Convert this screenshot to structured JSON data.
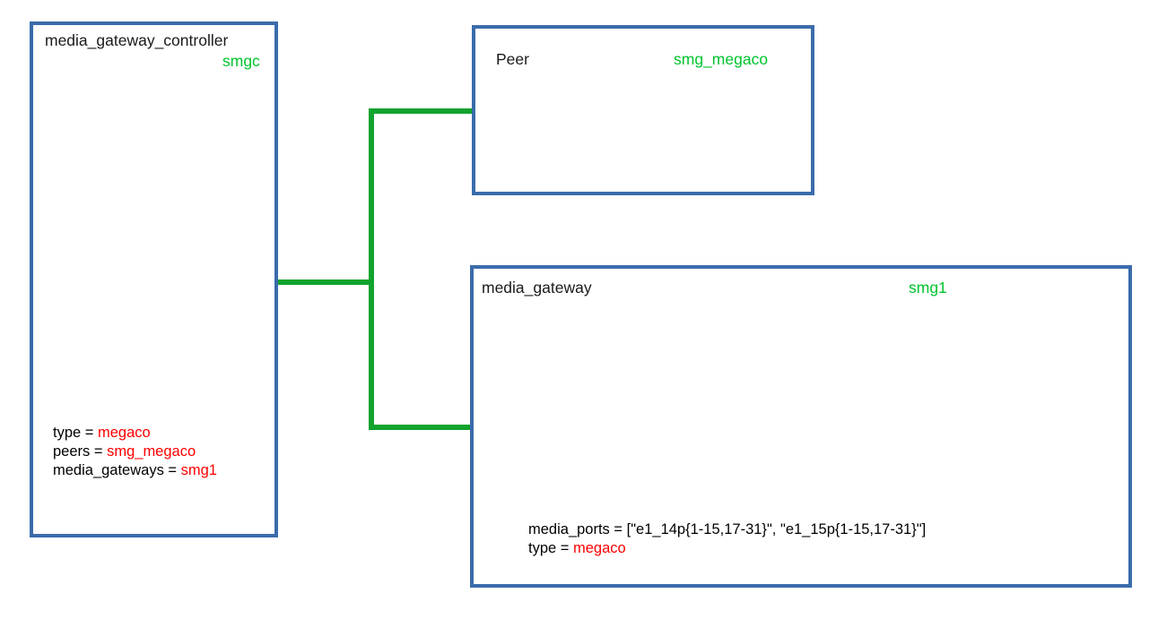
{
  "diagram": {
    "nodes": [
      {
        "id": "media_gateway_controller",
        "title": "media_gateway_controller",
        "alias": "smgc",
        "attributes": [
          {
            "key": "type = ",
            "value": "megaco",
            "value_color": "red"
          },
          {
            "key": "peers = ",
            "value": "smg_megaco",
            "value_color": "red"
          },
          {
            "key": "media_gateways = ",
            "value": "smg1",
            "value_color": "red"
          }
        ]
      },
      {
        "id": "peer",
        "title": "Peer",
        "alias": "smg_megaco",
        "attributes": []
      },
      {
        "id": "media_gateway",
        "title": "media_gateway",
        "alias": "smg1",
        "attributes": [
          {
            "key": "media_ports = ",
            "value": "[\"e1_14p{1-15,17-31}\", \"e1_15p{1-15,17-31}\"]",
            "value_color": "black"
          },
          {
            "key": "type = ",
            "value": "megaco",
            "value_color": "red"
          }
        ]
      }
    ],
    "connections": [
      {
        "from": "media_gateway_controller",
        "to": "peer"
      },
      {
        "from": "media_gateway_controller",
        "to": "media_gateway"
      }
    ],
    "colors": {
      "box_border": "#3a6cab",
      "alias_text": "#00c42e",
      "connector": "#10a32e",
      "attribute_value": "#ff0000",
      "title_text": "#1a1a1a",
      "background": "#ffffff"
    }
  }
}
